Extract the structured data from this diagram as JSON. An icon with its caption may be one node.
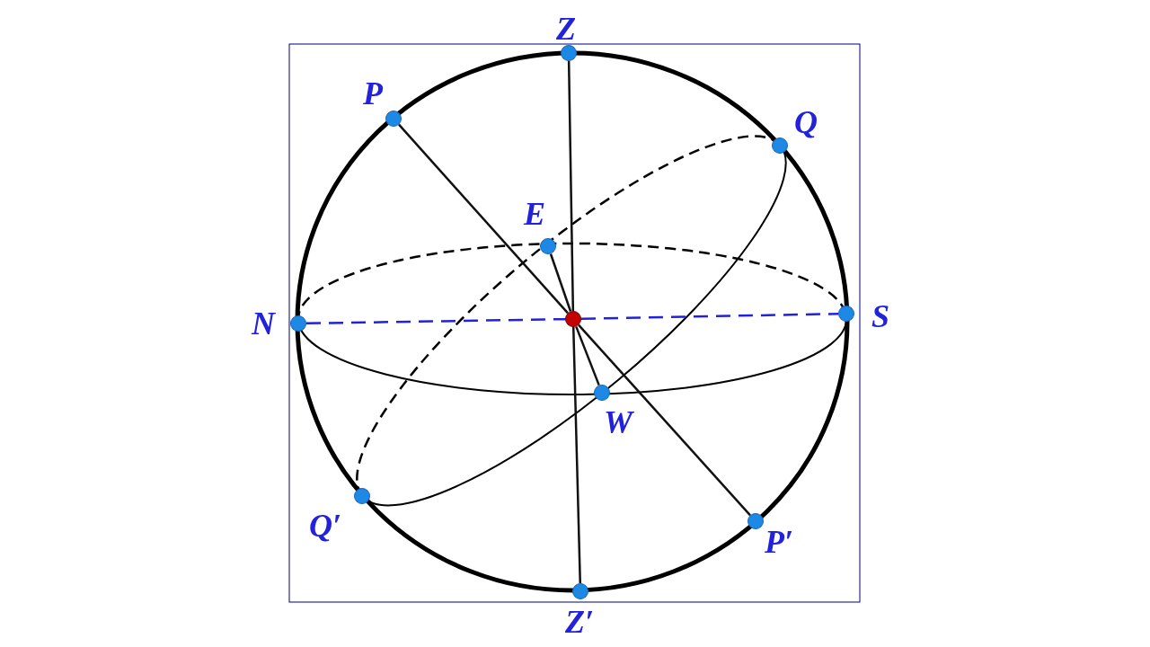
{
  "diagram": {
    "nodes": [
      {
        "text": [],
        "shape": "circle",
        "beside": [
          "Z"
        ]
      },
      {
        "text": [],
        "shape": "circle",
        "beside": [
          "P"
        ]
      },
      {
        "text": [],
        "shape": "circle",
        "beside": [
          "Q"
        ]
      },
      {
        "text": [],
        "shape": "circle",
        "beside": [
          "E"
        ]
      },
      {
        "text": [],
        "shape": "circle",
        "beside": [
          "N"
        ]
      },
      {
        "text": [],
        "shape": "circle"
      },
      {
        "text": [],
        "shape": "circle",
        "beside": [
          "S"
        ]
      },
      {
        "text": [],
        "shape": "circle",
        "beside": [
          "W"
        ]
      },
      {
        "text": [],
        "shape": "circle",
        "beside": [
          "Q′"
        ]
      },
      {
        "text": [],
        "shape": "circle",
        "beside": [
          "P′"
        ]
      },
      {
        "text": [],
        "shape": "circle",
        "beside": [
          "Z′"
        ]
      }
    ],
    "edges": [
      {
        "from": 0,
        "to": 5,
        "arrow": "none"
      },
      {
        "from": 5,
        "to": 10,
        "arrow": "none"
      },
      {
        "from": 1,
        "to": 5,
        "arrow": "none"
      },
      {
        "from": 5,
        "to": 9,
        "arrow": "none"
      },
      {
        "from": 4,
        "to": 5,
        "arrow": "none",
        "style": "dashed",
        "color": "#2222dd"
      },
      {
        "from": 5,
        "to": 6,
        "arrow": "none",
        "style": "dashed",
        "color": "#2222dd"
      },
      {
        "from": 3,
        "to": 5,
        "arrow": "none"
      },
      {
        "from": 5,
        "to": 7,
        "arrow": "none"
      }
    ]
  }
}
